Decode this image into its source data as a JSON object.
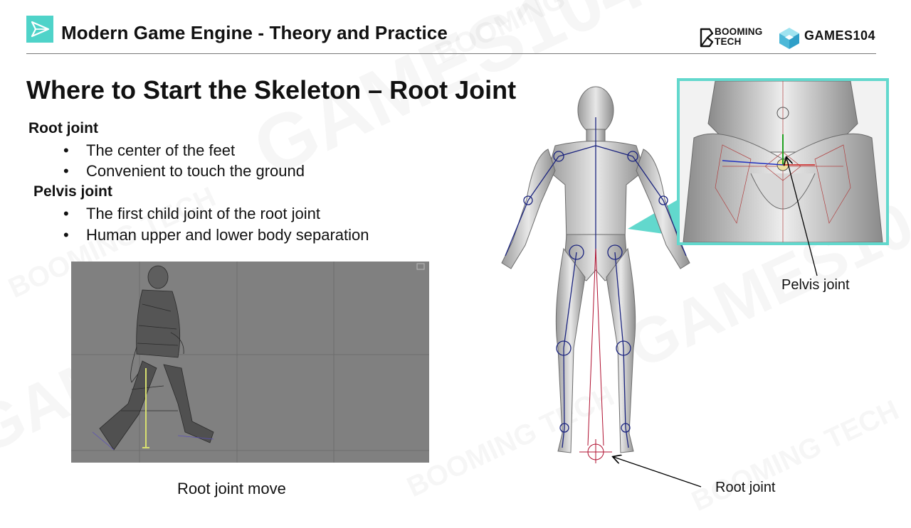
{
  "header": {
    "title": "Modern Game Engine - Theory and Practice",
    "logo_booming_line1": "BOOMING",
    "logo_booming_line2": "TECH",
    "logo_games": "GAMES104"
  },
  "slide": {
    "title": "Where to Start the Skeleton – Root Joint",
    "sections": [
      {
        "heading": "Root joint",
        "bullets": [
          "The center of the feet",
          "Convenient to touch the ground"
        ]
      },
      {
        "heading": "Pelvis joint",
        "bullets": [
          "The first child joint of the root joint",
          "Human upper and lower body separation"
        ]
      }
    ]
  },
  "figures": {
    "anim_caption": "Root joint move",
    "pelvis_label": "Pelvis joint",
    "root_label": "Root joint"
  },
  "colors": {
    "accent": "#4fd3c9",
    "callout": "#62d8cd",
    "viewport": "#808080",
    "bone_blue": "#1a237e",
    "bone_red": "#b01030"
  }
}
